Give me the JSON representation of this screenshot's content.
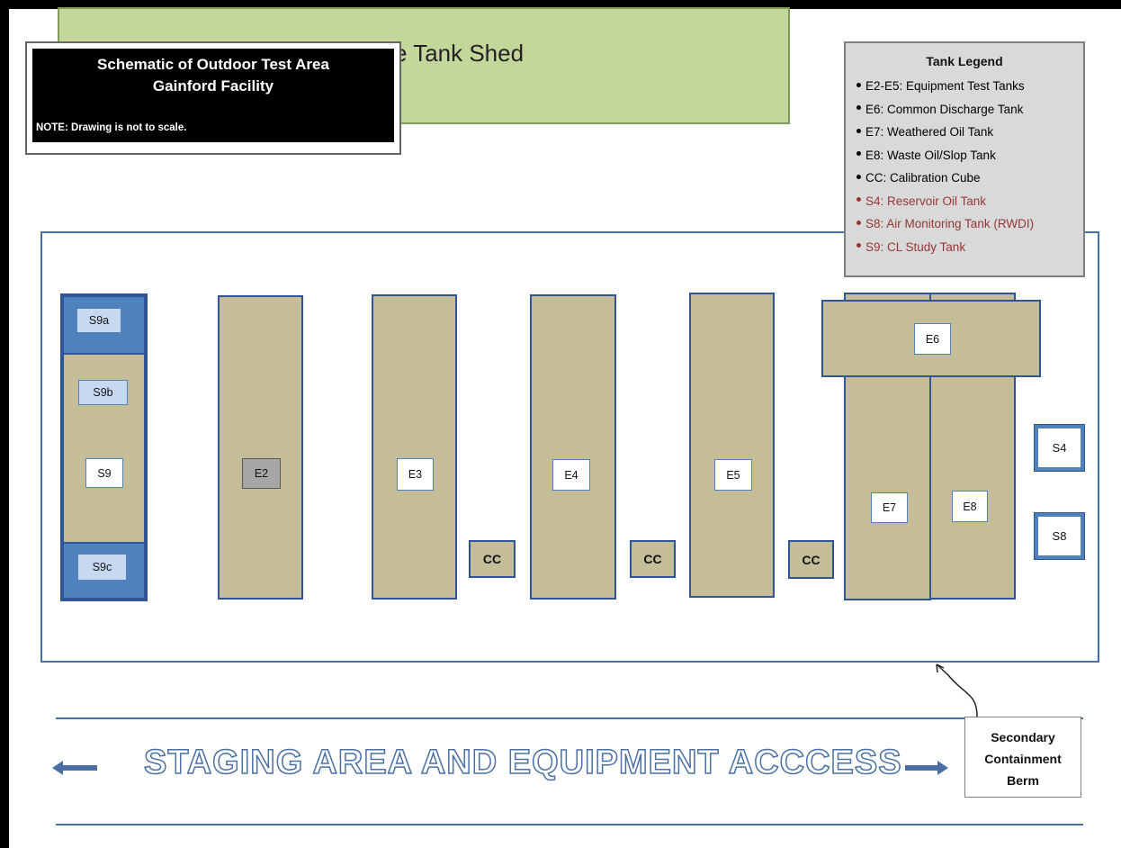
{
  "shed": {
    "label": "Science Tank Shed"
  },
  "title_box": {
    "line1": "Schematic of Outdoor Test Area",
    "line2": "Gainford Facility",
    "note": "NOTE: Drawing is not to scale."
  },
  "legend": {
    "title": "Tank Legend",
    "items": [
      {
        "text": "E2-E5: Equipment Test Tanks",
        "color": "#000000"
      },
      {
        "text": "E6: Common Discharge Tank",
        "color": "#000000"
      },
      {
        "text": "E7: Weathered Oil Tank",
        "color": "#000000"
      },
      {
        "text": "E8: Waste Oil/Slop Tank",
        "color": "#000000"
      },
      {
        "text": "CC: Calibration Cube",
        "color": "#000000"
      },
      {
        "text": "S4: Reservoir Oil Tank",
        "color": "#953735"
      },
      {
        "text": "S8: Air Monitoring Tank (RWDI)",
        "color": "#953735"
      },
      {
        "text": "S9: CL Study Tank",
        "color": "#953735"
      }
    ]
  },
  "tanks": {
    "s9a": "S9a",
    "s9b": "S9b",
    "s9": "S9",
    "s9c": "S9c",
    "e2": "E2",
    "e3": "E3",
    "e4": "E4",
    "e5": "E5",
    "e6": "E6",
    "e7": "E7",
    "e8": "E8",
    "cc": "CC",
    "s4": "S4",
    "s8": "S8"
  },
  "staging": {
    "label": "STAGING AREA AND EQUIPMENT ACCCESS"
  },
  "callout": {
    "line1": "Secondary",
    "line2": "Containment",
    "line3": "Berm"
  },
  "colors": {
    "shed_fill": "#c4d79b",
    "tank_fill": "#c4bd97",
    "tank_border": "#2f5597",
    "secondary_fill": "#4f81bd",
    "legend_fill": "#d9d9d9",
    "legend_red": "#953735"
  }
}
